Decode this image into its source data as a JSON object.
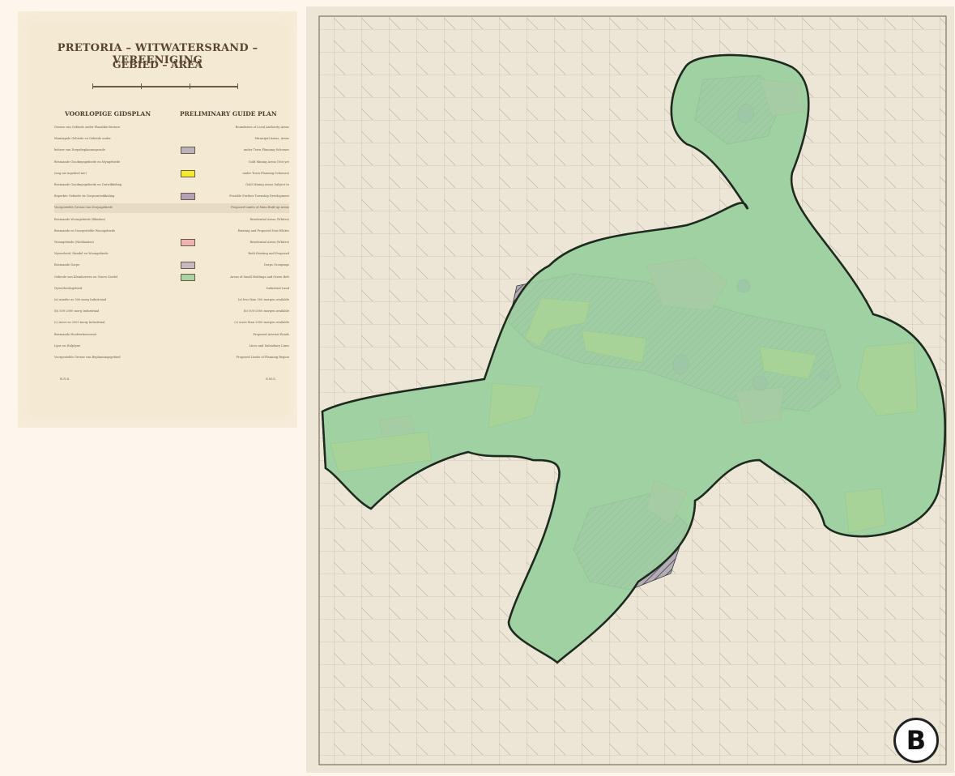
{
  "legend": {
    "title_line1": "PRETORIA – WITWATERSRAND – VEREENIGING",
    "title_line2": "GEBIED – AREA",
    "heading_left": "VOORLOPIGE GIDSPLAN",
    "heading_right": "PRELIMINARY GUIDE PLAN",
    "rows": [
      {
        "left": "Grense van Gebiede onder Plaaslike Besture",
        "right": "Boundaries of Local Authority Areas",
        "swatch": "none"
      },
      {
        "left": "Munisipale Gebiede en Gebiede onder",
        "right": "Municipal Areas, Areas",
        "swatch": "none"
      },
      {
        "left": "beheer van Dorpsbeplanningsrade",
        "right": "under Town Planning Schemes",
        "swatch": "#b9b2bf"
      },
      {
        "left": "Bestaande Goudmyngebiede en Myngebiede",
        "right": "Gold Mining Areas (Not yet",
        "swatch": "none"
      },
      {
        "left": "(nog nie ingedeel nie)",
        "right": "under Town Planning Schemes)",
        "swatch": "#f2ea2a"
      },
      {
        "left": "Bestaande Goudmyngebiede en Ontwikkeling",
        "right": "Gold Mining Areas Subject to",
        "swatch": "none"
      },
      {
        "left": "Beperkte Gebiede vir Dorpsontwikkeling",
        "right": "Possible Further Township Development",
        "swatch": "#b6a2b8"
      },
      {
        "left": "Voorgestelde Grense van Dorpsgebiede",
        "right": "Proposed Limits of Main Built-up Areas",
        "swatch": "none"
      },
      {
        "left": "Bestaande Woongebiede (Blankes)",
        "right": "Residential Areas (Whites)",
        "swatch": "none"
      },
      {
        "left": "Bestaande en Voorgestelde Woongebiede",
        "right": "Existing and Proposed Non-Whites",
        "swatch": "none"
      },
      {
        "left": "Woongebiede (Nieblankes)",
        "right": "Residential Areas (Whites)",
        "swatch": "#eeb4b2"
      },
      {
        "left": "Nywerheid, Handel en Woongebiede",
        "right": "Both Existing and Proposed",
        "swatch": "none"
      },
      {
        "left": "Bestaande Dorpe",
        "right": "Dorps Groupings",
        "swatch": "#c6b9c3"
      },
      {
        "left": "Gebiede van Kleinhoewes en Groen Gordel",
        "right": "Areas of Small Holdings and Green Belt",
        "swatch": "#a9d3a3"
      },
      {
        "left": "Nywerheidsgebied",
        "right": "Industrial Land",
        "swatch": "none"
      },
      {
        "left": "(a) minder as 500 morg Industriaal",
        "right": "(a) less than 500 morgen available",
        "swatch": "none"
      },
      {
        "left": "(b) 500-2000 morg Industriaal",
        "right": "(b) 500-2000 morgen available",
        "swatch": "none"
      },
      {
        "left": "(c) meer as 2000 morg Industriaal",
        "right": "(c) more than 2000 morgen available",
        "swatch": "none"
      },
      {
        "left": "Bestaande Hoofverkeersweë",
        "right": "Proposed Arterial Roads",
        "swatch": "none"
      },
      {
        "left": "Lyne en Hulplyne",
        "right": "Lines and Subsidiary Lines",
        "swatch": "none"
      },
      {
        "left": "Voorgestelde Grense van Beplanningsgebied",
        "right": "Proposed Limits of Planning Region",
        "swatch": "none"
      }
    ],
    "footer_left": "R.N.S.",
    "footer_right": "S.W.G."
  },
  "map": {
    "badge_label": "B",
    "colors": {
      "green_belt": "#9fd0a2",
      "residential_whites": "#e4a6a8",
      "gold_mining": "#f0e82c",
      "built_up_hatch": "#8f8a95",
      "industrial": "#8f72c7",
      "planning_boundary": "#1f2a1f",
      "paper": "#ece6d7"
    }
  }
}
